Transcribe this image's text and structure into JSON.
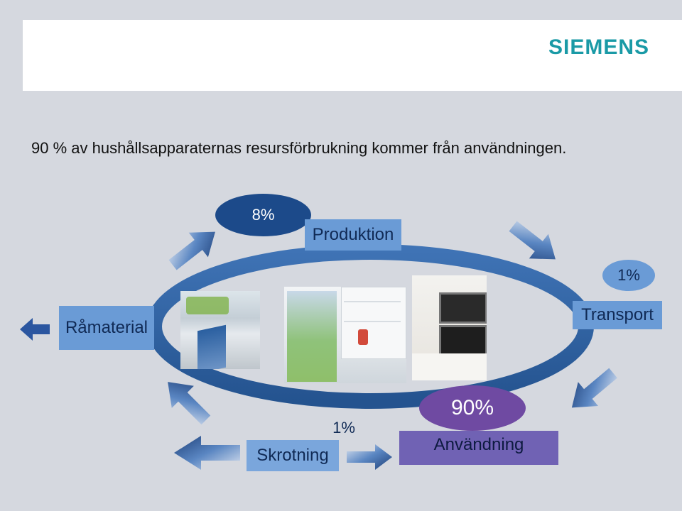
{
  "logo": "SIEMENS",
  "headline": "90 % av hushållsapparaternas resursförbrukning kommer från användningen.",
  "stages": {
    "produktion": {
      "label": "Produktion",
      "pct": "8%"
    },
    "transport": {
      "label": "Transport",
      "pct": "1%"
    },
    "anvandning": {
      "label": "Användning",
      "pct": "90%"
    },
    "skrotning": {
      "label": "Skrotning",
      "pct": "1%"
    },
    "ramaterial": {
      "label": "Råmaterial"
    }
  },
  "colors": {
    "accent": "#1a9aa6",
    "ring": "#2d5f9e",
    "box": "#6a9bd6",
    "purple_box": "#7062b4",
    "purple_ellipse": "#6f4aa2"
  },
  "icons": [
    "arrow-up-right-icon",
    "arrow-down-right-icon",
    "arrow-down-left-icon",
    "arrow-up-left-icon",
    "arrow-left-icon"
  ]
}
